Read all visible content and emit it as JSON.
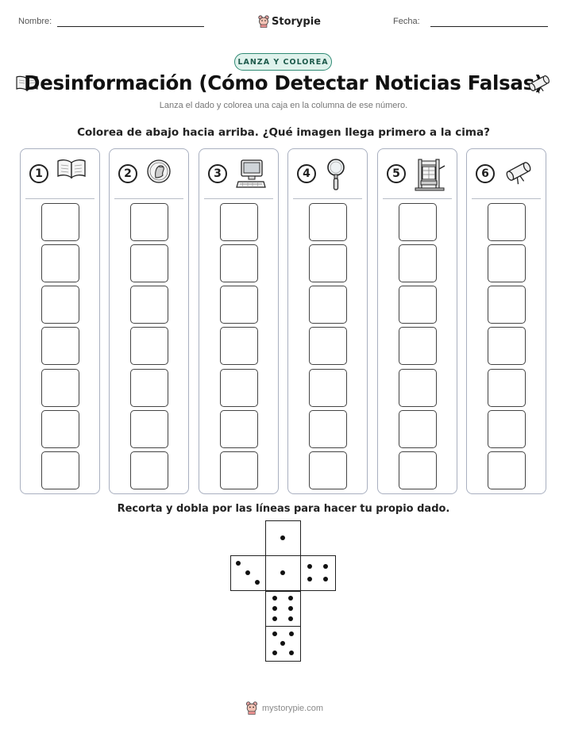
{
  "header": {
    "name_label": "Nombre:",
    "brand": "Storypie",
    "date_label": "Fecha:"
  },
  "badge": "LANZA Y COLOREA",
  "title": "Desinformación (Cómo Detectar Noticias Falsas)",
  "title_icons": [
    "open-book-icon",
    "scroll-icon"
  ],
  "subtitle": "Lanza el dado y colorea una caja en la columna de ese número.",
  "instruction": "Colorea de abajo hacia arriba. ¿Qué imagen llega primero a la cima?",
  "columns": [
    {
      "number": "1",
      "icon": "open-book-icon",
      "boxes": 7
    },
    {
      "number": "2",
      "icon": "coin-icon",
      "boxes": 7
    },
    {
      "number": "3",
      "icon": "computer-icon",
      "boxes": 7
    },
    {
      "number": "4",
      "icon": "magnifying-glass-icon",
      "boxes": 7
    },
    {
      "number": "5",
      "icon": "printing-press-icon",
      "boxes": 7
    },
    {
      "number": "6",
      "icon": "scroll-icon",
      "boxes": 7
    }
  ],
  "cut_instruction": "Recorta y dobla por las líneas para hacer tu propio dado.",
  "die_faces": [
    1,
    3,
    1,
    4,
    6,
    5
  ],
  "footer": "mystorypie.com",
  "colors": {
    "badge_border": "#2f8a74",
    "badge_bg": "#dff2ec",
    "column_border": "#a9b0c0"
  }
}
